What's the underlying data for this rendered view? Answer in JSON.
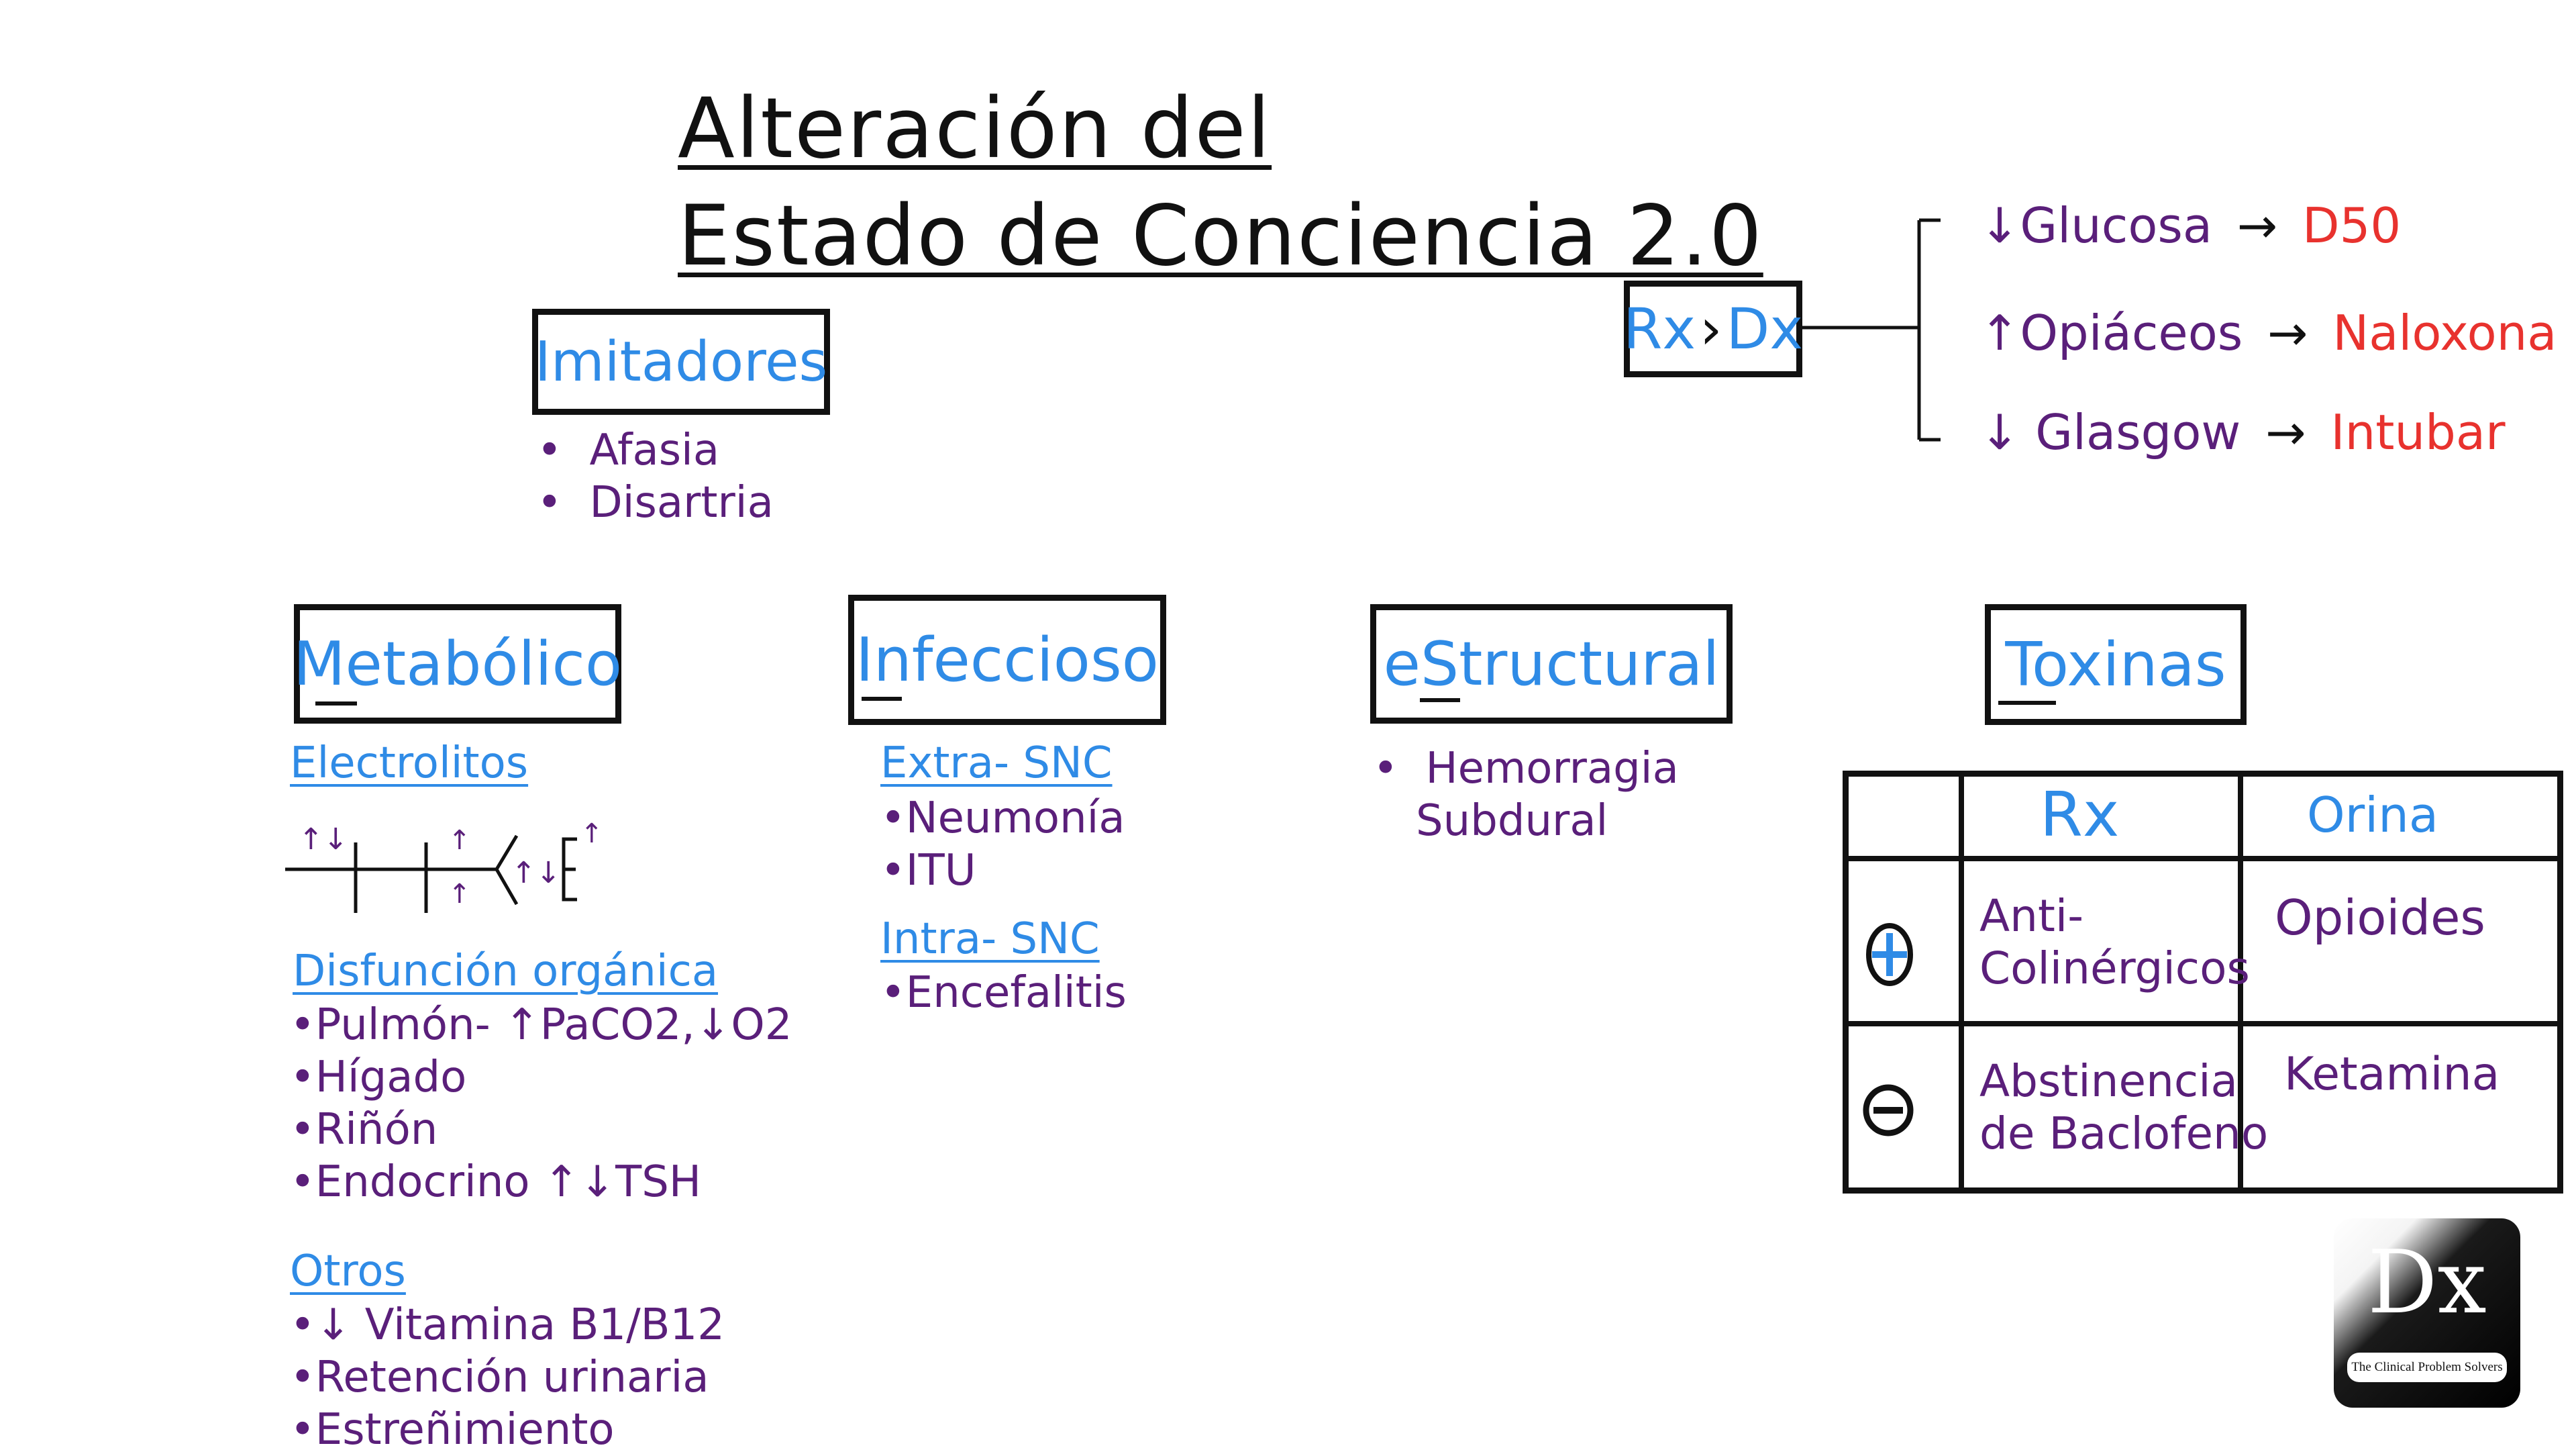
{
  "title": {
    "line1": "Alteración del",
    "line2": " Estado de Conciencia 2.0"
  },
  "rx_dx": {
    "label_rx": "Rx",
    "label_gt": "›",
    "label_dx": "Dx",
    "rows": [
      {
        "left": "↓Glucosa",
        "arrow": "→",
        "right": "D50"
      },
      {
        "left": "↑Opiáceos",
        "arrow": "→",
        "right": "Naloxona"
      },
      {
        "left": "↓ Glasgow",
        "arrow": "→",
        "right": "Intubar"
      }
    ]
  },
  "imitadores": {
    "heading": "Imitadores",
    "items": [
      "Afasia",
      "Disartria"
    ]
  },
  "metabolico": {
    "heading": "Metabólico",
    "electrolitos": "Electrolitos",
    "disfuncion_heading": "Disfunción orgánica",
    "disfuncion_items": [
      "•Pulmón- ↑PaCO2,↓O2",
      "•Hígado",
      "•Riñón",
      "•Endocrino ↑↓TSH"
    ],
    "otros_heading": "Otros",
    "otros_items": [
      "•↓ Vitamina B1/B12",
      "•Retención urinaria",
      "•Estreñimiento"
    ]
  },
  "infeccioso": {
    "heading": "Infeccioso",
    "extra_heading": "Extra- SNC",
    "extra_items": [
      "•Neumonía",
      "•ITU"
    ],
    "intra_heading": "Intra- SNC",
    "intra_items": [
      "•Encefalitis"
    ]
  },
  "estructural": {
    "heading": "eStructural",
    "items": [
      "Hemorragia",
      "Subdural"
    ]
  },
  "toxinas": {
    "heading": "Toxinas",
    "table": {
      "col_rx": "Rx",
      "col_orina": "Orina",
      "row_pos": {
        "sign": "+",
        "rx_line1": "Anti-",
        "rx_line2": "Colinérgicos",
        "orina": "Opioides"
      },
      "row_neg": {
        "sign": "−",
        "rx_line1": "Abstinencia",
        "rx_line2": "de Baclofeno",
        "orina": "Ketamina"
      }
    }
  },
  "logo": {
    "mark": "Dx",
    "tagline": "The Clinical Problem Solvers"
  },
  "colors": {
    "heading_blue": "#2f8be6",
    "body_purple": "#5a1f7a",
    "treatment_red": "#e8322e",
    "ink_black": "#111111"
  }
}
